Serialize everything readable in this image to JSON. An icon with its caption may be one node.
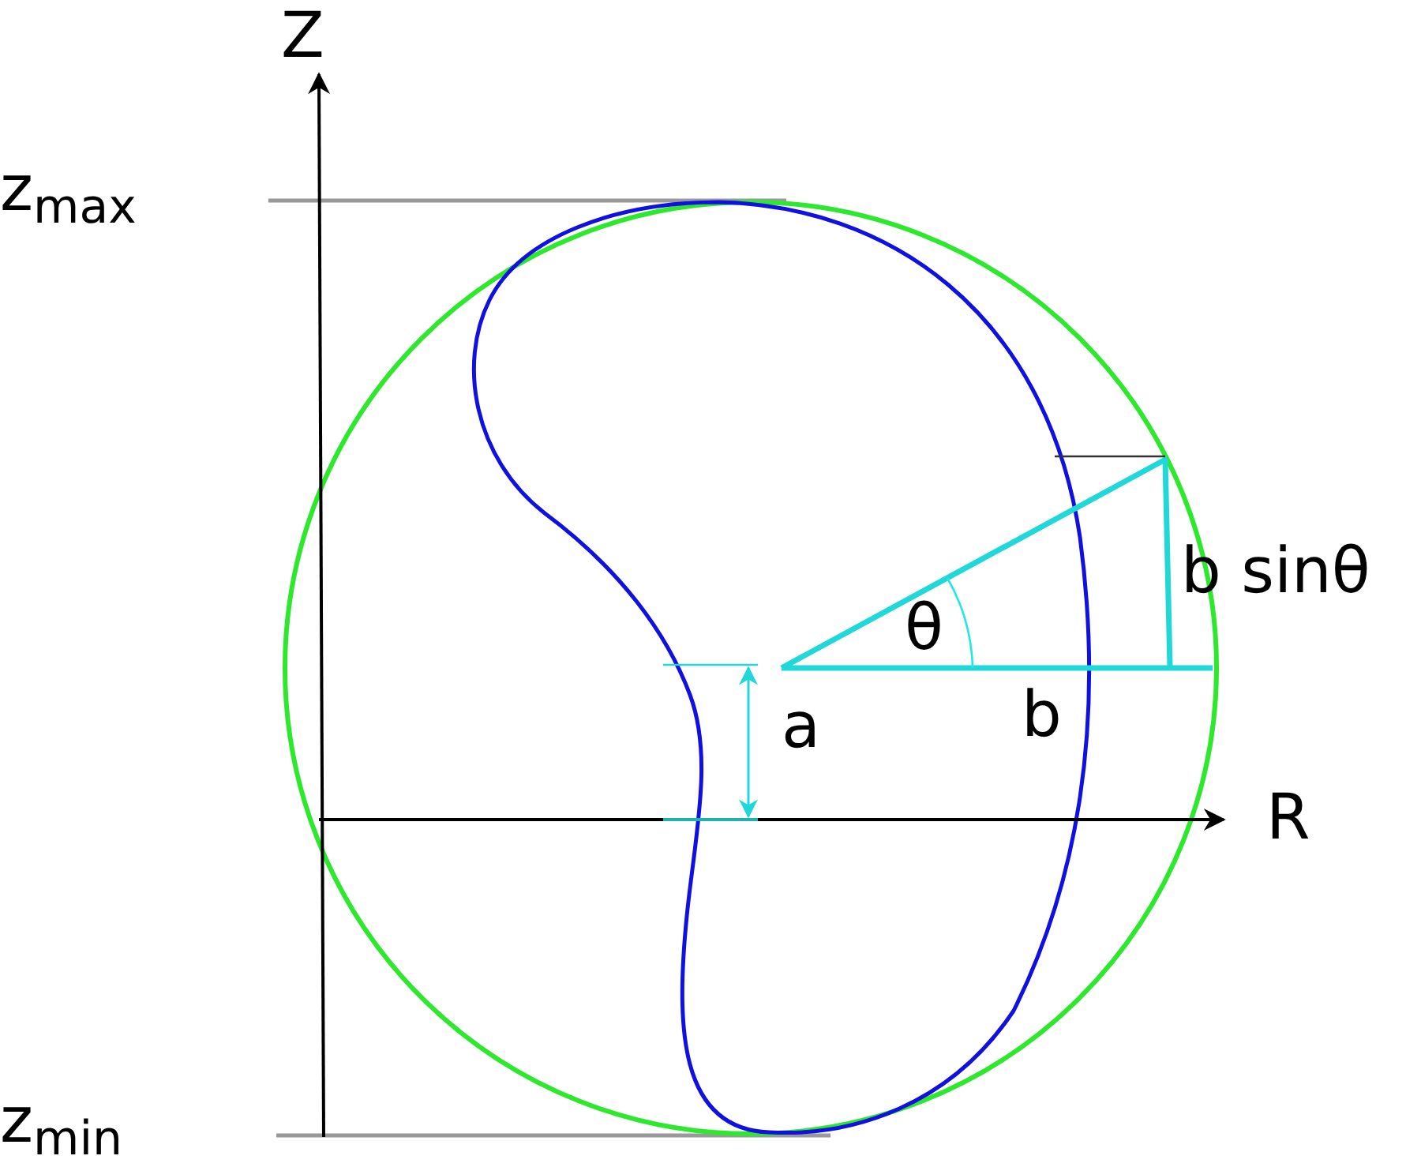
{
  "diagram": {
    "labels": [
      "Z",
      "z$_{max}$",
      "θ",
      "b sinθ",
      "a",
      "b",
      "R",
      "z$_{min}$"
    ]
  }
}
